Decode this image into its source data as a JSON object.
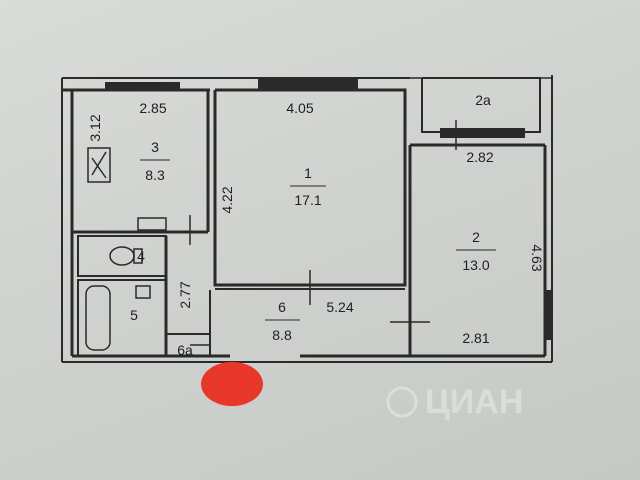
{
  "colors": {
    "paper": "#d3d6d2",
    "ink": "#2a2a2a",
    "mark": "#e8362a"
  },
  "rooms": [
    {
      "id": "1",
      "number": "1",
      "area": "17.1"
    },
    {
      "id": "2",
      "number": "2",
      "area": "13.0"
    },
    {
      "id": "3",
      "number": "3",
      "area": "8.3"
    },
    {
      "id": "4",
      "number": "4"
    },
    {
      "id": "5",
      "number": "5"
    },
    {
      "id": "6",
      "number": "6",
      "area": "8.8"
    },
    {
      "id": "2a",
      "number": "2а"
    },
    {
      "id": "6a",
      "number": "6а"
    }
  ],
  "dimensions": {
    "room3_width": "2.85",
    "room3_length": "3.12",
    "room1_width": "4.05",
    "room1_length": "4.22",
    "room2_width_top": "2.82",
    "room2_width_bottom": "2.81",
    "room2_length": "4.63",
    "hall_length": "5.24",
    "hall_width": "2.77"
  },
  "watermark": {
    "logo": "ЦИАН",
    "text": ""
  }
}
